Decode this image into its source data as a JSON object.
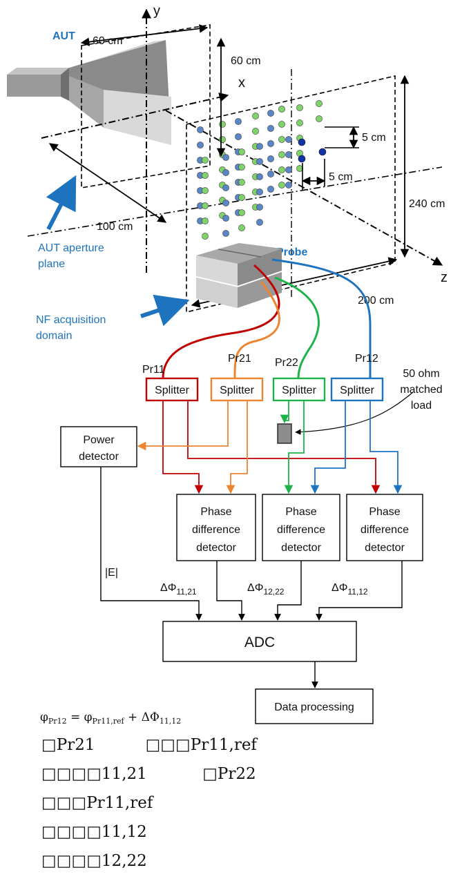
{
  "labels": {
    "axis_y": "y",
    "axis_x": "x",
    "axis_z": "z",
    "aut": "AUT",
    "dim_60cm_w": "60 cm",
    "dim_60cm_h": "60 cm",
    "dim_5cm_v": "5 cm",
    "dim_5cm_h": "5 cm",
    "dim_240cm": "240 cm",
    "dim_100cm": "100 cm",
    "dim_200cm": "200 cm",
    "aut_aperture_1": "AUT aperture",
    "aut_aperture_2": "plane",
    "probe": "Probe",
    "nf_domain_1": "NF acquisition",
    "nf_domain_2": "domain",
    "load_1": "50 ohm",
    "load_2": "matched",
    "load_3": "load",
    "magnitude": "|E|",
    "dphi_a": "ΔΦ",
    "dphi_a_sub": "11,21",
    "dphi_b": "ΔΦ",
    "dphi_b_sub": "12,22",
    "dphi_c": "ΔΦ",
    "dphi_c_sub": "11,12"
  },
  "probes": [
    {
      "label": "Pr11",
      "color": "#c00000"
    },
    {
      "label": "Pr21",
      "color": "#ed8530"
    },
    {
      "label": "Pr22",
      "color": "#1db34a"
    },
    {
      "label": "Pr12",
      "color": "#1e73be"
    }
  ],
  "splitters": [
    "Splitter",
    "Splitter",
    "Splitter",
    "Splitter"
  ],
  "power_detector": [
    "Power",
    "detector"
  ],
  "phase_detectors": [
    [
      "Phase",
      "difference",
      "detector"
    ],
    [
      "Phase",
      "difference",
      "detector"
    ],
    [
      "Phase",
      "difference",
      "detector"
    ]
  ],
  "adc": "ADC",
  "data_processing": "Data processing",
  "formula": {
    "phi": "φ",
    "sub_lhs": "Pr12",
    "eq": " = φ",
    "sub_rhs": "Pr11,ref",
    "plus": " + ΔΦ",
    "sub_delta": "11,12"
  },
  "garbled_lines": [
    "□Pr21          □□□Pr11,ref",
    "□□□□11,21           □Pr22",
    "□□□Pr11,ref",
    "□□□□11,12",
    "□□□□12,22"
  ]
}
